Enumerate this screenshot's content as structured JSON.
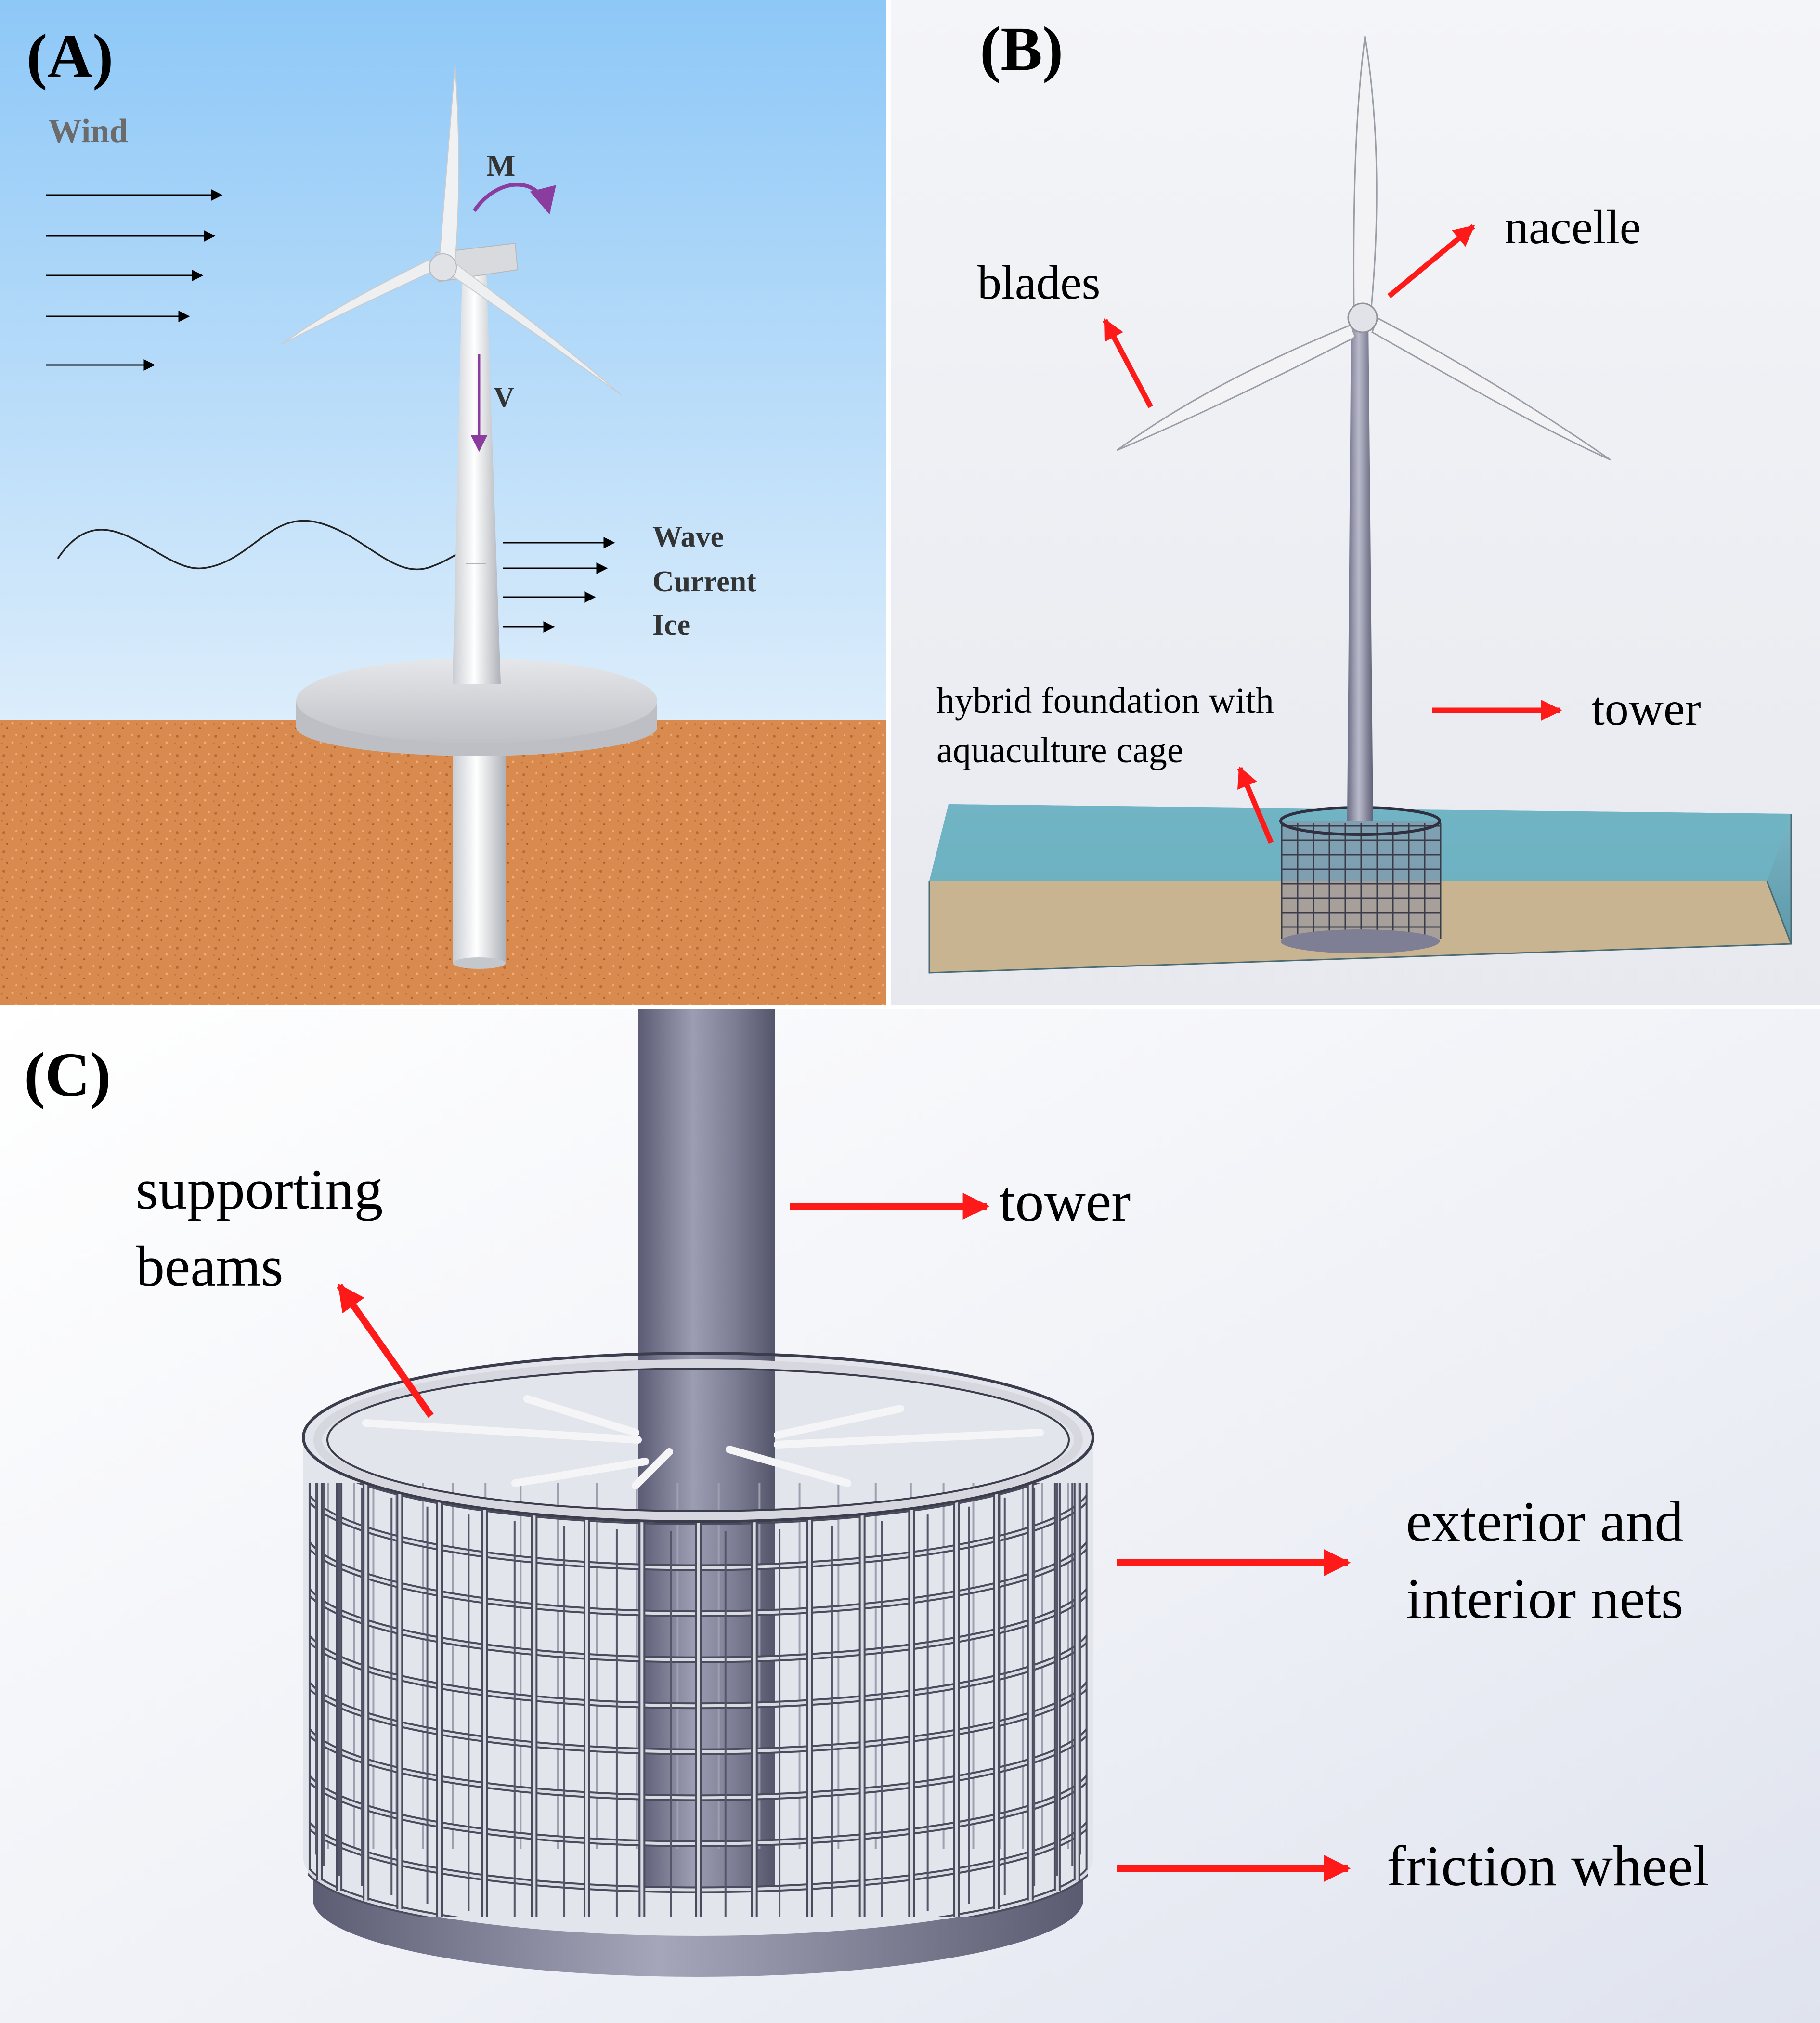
{
  "panels": {
    "a": {
      "label": "(A)",
      "wind_label": "Wind",
      "moment_label": "M",
      "vertical_label": "V",
      "wave_label": "Wave",
      "current_label": "Current",
      "ice_label": "Ice"
    },
    "b": {
      "label": "(B)",
      "nacelle_label": "nacelle",
      "blades_label": "blades",
      "tower_label": "tower",
      "foundation_label_line1": "hybrid foundation with",
      "foundation_label_line2": "aquaculture cage"
    },
    "c": {
      "label": "(C)",
      "tower_label": "tower",
      "beams_label_line1": "supporting",
      "beams_label_line2": "beams",
      "nets_label_line1": "exterior and",
      "nets_label_line2": "interior nets",
      "wheel_label": "friction wheel"
    }
  },
  "colors": {
    "sky_top": "#8ec8f7",
    "sky_bottom": "#d9ecfb",
    "soil": "#d98a4e",
    "water": "#5fa2b0",
    "seabed": "#c9b38e",
    "arrow_red": "#ff1a1a",
    "moment_purple": "#8a3d9e",
    "steel": "#b8b8c8",
    "tower_steel": "#7f7f96"
  }
}
